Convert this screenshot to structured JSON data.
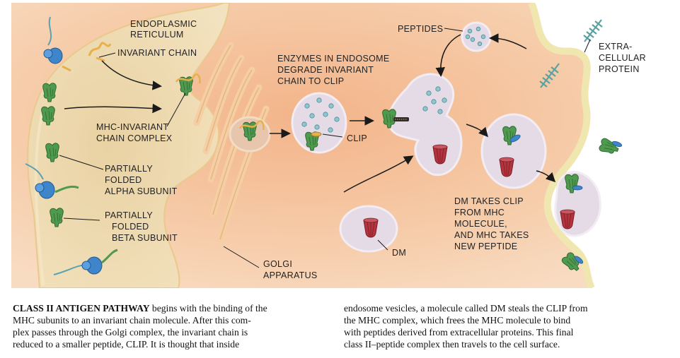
{
  "labels": {
    "er": [
      "ENDOPLASMIC",
      "RETICULUM"
    ],
    "invariant_chain": "INVARIANT CHAIN",
    "mhc_complex": [
      "MHC-INVARIANT",
      "CHAIN COMPLEX"
    ],
    "alpha": [
      "PARTIALLY",
      "FOLDED",
      "ALPHA SUBUNIT"
    ],
    "beta": [
      "PARTIALLY",
      "FOLDED",
      "BETA SUBUNIT"
    ],
    "golgi": [
      "GOLGI",
      "APPARATUS"
    ],
    "enzymes": [
      "ENZYMES IN ENDOSOME",
      "DEGRADE INVARIANT",
      "CHAIN TO CLIP"
    ],
    "clip": "CLIP",
    "peptides": "PEPTIDES",
    "extracellular": [
      "EXTRA-",
      "CELLULAR",
      "PROTEIN"
    ],
    "dm_takes": [
      "DM TAKES CLIP",
      "FROM MHC",
      "MOLECULE,",
      "AND MHC TAKES",
      "NEW PEPTIDE"
    ],
    "dm": "DM"
  },
  "caption": {
    "left": [
      {
        "bold": "CLASS II ANTIGEN PATHWAY",
        "text": " begins with the binding of the"
      },
      {
        "text": "MHC subunits to an invariant chain molecule. After this com-"
      },
      {
        "text": "plex passes through the Golgi complex, the invariant chain is"
      },
      {
        "text": "reduced to a smaller peptide, CLIP. It is thought that inside"
      }
    ],
    "right": [
      "endosome vesicles, a molecule called DM steals the CLIP from",
      "the MHC complex, which frees the MHC molecule to bind",
      "with peptides derived from extracellular proteins. This final",
      "class II–peptide complex then travels to the cell surface."
    ]
  },
  "colors": {
    "cytoplasm": "#f5c9a6",
    "er_lumen": "#efd9b0",
    "vesicle": "#e5dbe6",
    "mhc_green": "#4f9a4e",
    "mhc_blue": "#3e86c9",
    "dm_red": "#b3343e",
    "invariant_chain": "#e8b04a"
  }
}
